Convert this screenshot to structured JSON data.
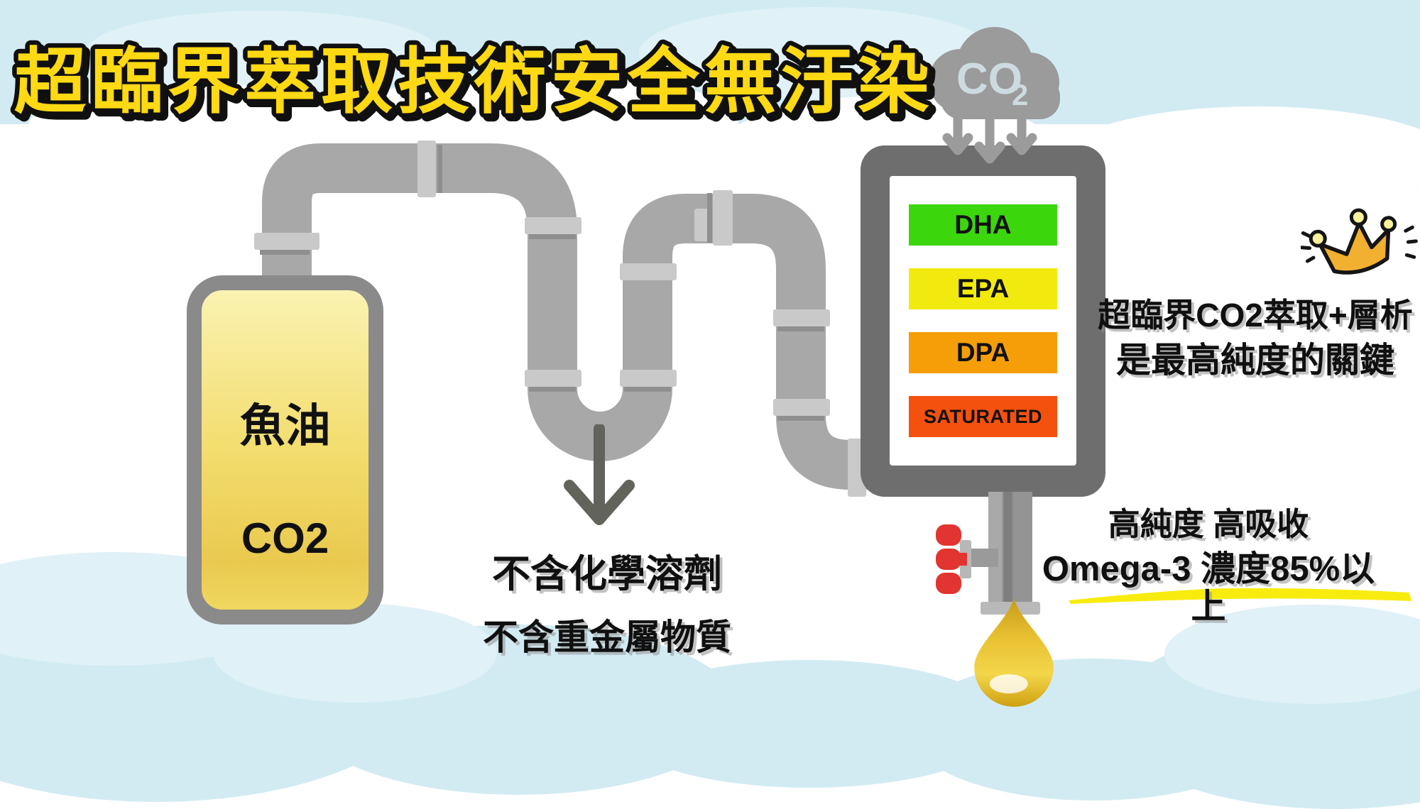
{
  "title": {
    "text": "超臨界萃取技術安全無汙染"
  },
  "co2_cloud": {
    "main": "CO",
    "sub": "2"
  },
  "supply_tank": {
    "top_label": "魚油",
    "bottom_label": "CO2"
  },
  "separation_column": {
    "bands": [
      {
        "label": "DHA",
        "color": "#3bd60c"
      },
      {
        "label": "EPA",
        "color": "#f2ea0e"
      },
      {
        "label": "DPA",
        "color": "#f59e08"
      },
      {
        "label": "SATURATED",
        "color": "#f4510e"
      }
    ]
  },
  "callouts": {
    "no_chemical_solvent": "不含化學溶劑",
    "no_heavy_metal": "不含重金屬物質",
    "extraction_line1": "超臨界CO2萃取+層析",
    "extraction_line2": "是最高純度的關鍵",
    "purity_line1": "高純度 高吸收",
    "purity_line2": "Omega-3 濃度85%以上"
  },
  "icons": {
    "cloud": "co2-cloud-icon",
    "crown": "crown-icon",
    "valve": "valve-icon",
    "oil_drop": "oil-drop-icon",
    "down_arrow": "down-arrow-icon"
  },
  "colors": {
    "title_fill": "#ffd913",
    "title_outline": "#101010",
    "sky": "#d2ebf3",
    "pipe": "#a8a8a8",
    "pipe_coupling": "#c9c9c9",
    "column_frame": "#6e6e6e",
    "tank_frame": "#8a8a8a",
    "tank_fill_top": "#faf2b2",
    "tank_fill_bottom": "#e9c94e",
    "valve_red": "#e23430",
    "oil_gold": "#e9c233",
    "underline_yellow": "#f8ec0f",
    "cloud_gray": "#9b9b9b"
  }
}
